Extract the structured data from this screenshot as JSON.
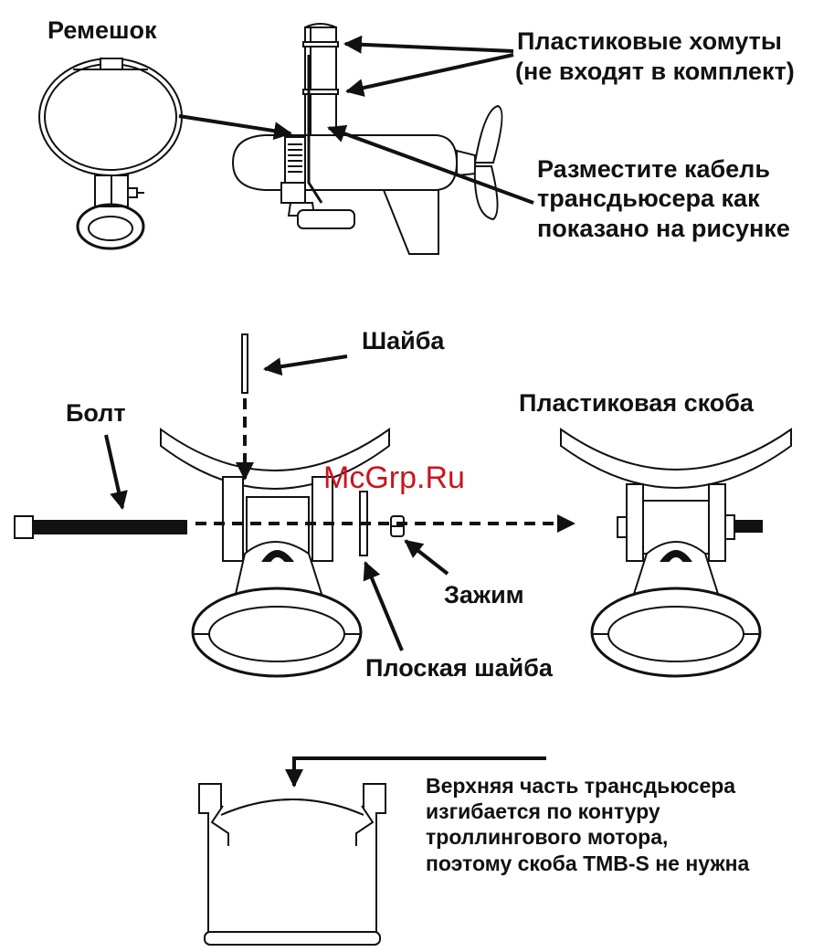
{
  "labels": {
    "strap": "Ремешок",
    "plastic_ties_line1": "Пластиковые хомуты",
    "plastic_ties_line2": "(не входят в комплект)",
    "cable_line1": "Разместите кабель",
    "cable_line2": "трансдьюсера как",
    "cable_line3": "показано на рисунке",
    "washer": "Шайба",
    "bolt": "Болт",
    "plastic_bracket": "Пластиковая скоба",
    "clamp": "Зажим",
    "flat_washer": "Плоская шайба",
    "note_line1": "Верхняя часть трансдьюсера",
    "note_line2": "изгибается по контуру",
    "note_line3": "троллингового мотора,",
    "note_line4": "поэтому скоба TMB-S не нужна"
  },
  "watermark": "McGrp.Ru",
  "colors": {
    "ink": "#111111",
    "watermark": "#c8161d",
    "background": "#ffffff"
  }
}
